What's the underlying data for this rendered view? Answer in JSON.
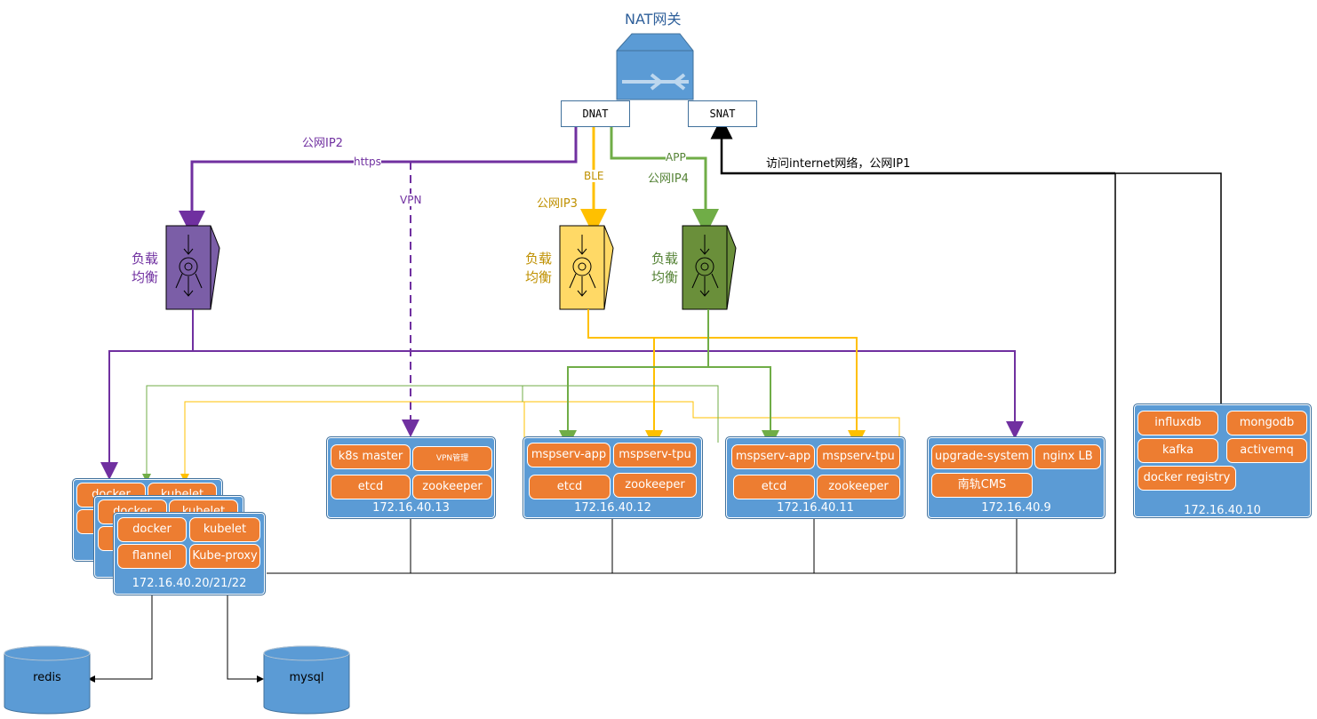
{
  "nat": {
    "title": "NAT网关",
    "dnat": "DNAT",
    "snat": "SNAT"
  },
  "links": {
    "ip2": "公网IP2",
    "https": "https",
    "vpn": "VPN",
    "ble": "BLE",
    "ip3": "公网IP3",
    "app": "APP",
    "ip4": "公网IP4",
    "internet": "访问internet网络，公网IP1"
  },
  "load_balancers": [
    {
      "label": "负载\n均衡",
      "color": "#7b5ea7",
      "text_color": "#7030a0"
    },
    {
      "label": "负载\n均衡",
      "color": "#ffd966",
      "text_color": "#bf9000"
    },
    {
      "label": "负载\n均衡",
      "color": "#6a8f3a",
      "text_color": "#548235"
    }
  ],
  "worker": {
    "services": [
      "docker",
      "kubelet",
      "flannel",
      "Kube-proxy"
    ],
    "back_services": [
      "docker",
      "kubelet"
    ],
    "ip": "172.16.40.20/21/22"
  },
  "master": {
    "services": [
      "k8s master",
      "VPN管理",
      "etcd",
      "zookeeper"
    ],
    "ip": "172.16.40.13"
  },
  "node12": {
    "services": [
      "mspserv-app",
      "mspserv-tpu",
      "etcd",
      "zookeeper"
    ],
    "ip": "172.16.40.12"
  },
  "node11": {
    "services": [
      "mspserv-app",
      "mspserv-tpu",
      "etcd",
      "zookeeper"
    ],
    "ip": "172.16.40.11"
  },
  "node9": {
    "services": [
      "upgrade-system",
      "nginx LB",
      "南轨CMS"
    ],
    "ip": "172.16.40.9"
  },
  "node10": {
    "services": [
      "influxdb",
      "mongodb",
      "kafka",
      "activemq",
      "docker registry"
    ],
    "ip": "172.16.40.10"
  },
  "databases": {
    "redis": "redis",
    "mysql": "mysql"
  },
  "colors": {
    "purple": "#7030a0",
    "yellow": "#ffc000",
    "green": "#70ad47",
    "node_blue": "#5b9bd5",
    "pill_orange": "#ed7d31"
  }
}
